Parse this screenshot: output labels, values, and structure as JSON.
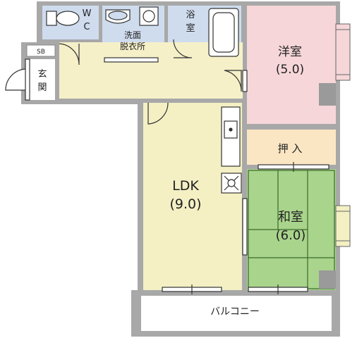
{
  "colors": {
    "wall": "#a8a8a8",
    "wall_dark": "#9a9a9a",
    "wet_area": "#cfdcee",
    "hall": "#f5f0c8",
    "ldk": "#f4f0c4",
    "western_room": "#f6d6d8",
    "closet": "#fbe6c4",
    "tatami": "#a9d48c",
    "genkan": "#ffffff",
    "balcony": "#ffffff",
    "window_bay": "#f6d6d8",
    "window_bay_yellow": "#f4f0c4"
  },
  "rooms": {
    "wc": "WC",
    "wc_w": "W",
    "wc_c": "C",
    "washroom_line1": "洗面",
    "washroom_line2": "脱衣所",
    "bath_line1": "浴",
    "bath_line2": "室",
    "western_name": "洋室",
    "western_size": "(5.0)",
    "closet": "押 入",
    "ldk_name": "LDK",
    "ldk_size": "(9.0)",
    "japanese_name": "和室",
    "japanese_size": "(6.0)",
    "sb": "SB",
    "genkan_line1": "玄",
    "genkan_line2": "関",
    "balcony": "バルコニー"
  },
  "icons": [
    "toilet-icon",
    "washbasin-icon",
    "washing-machine-icon",
    "bathtub-icon",
    "kitchen-sink-icon",
    "stove-icon",
    "door-swing-icon",
    "sliding-window-icon"
  ]
}
